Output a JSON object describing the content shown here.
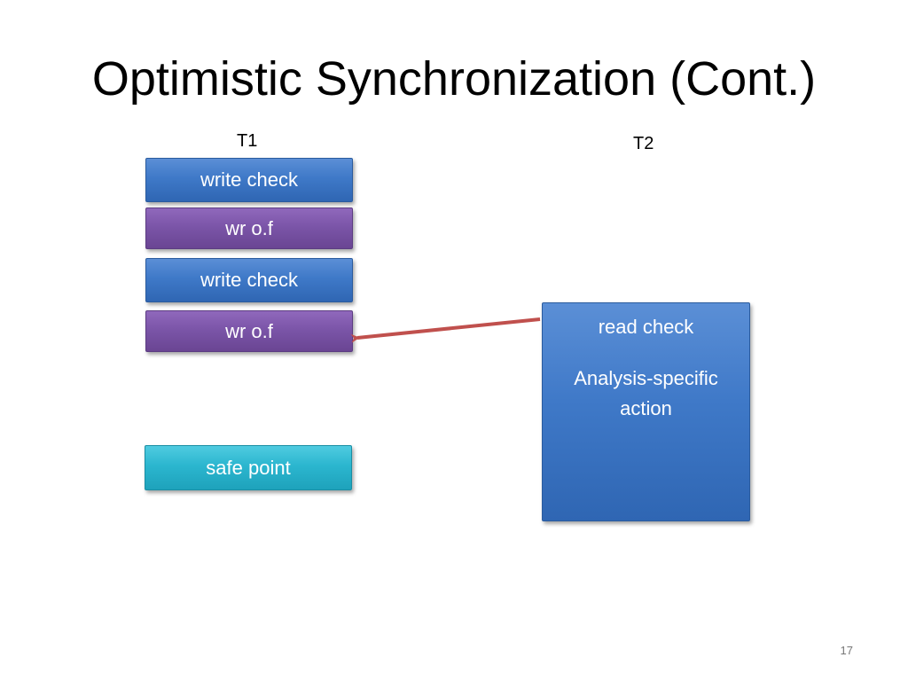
{
  "slide": {
    "title": "Optimistic Synchronization (Cont.)",
    "page_number": "17"
  },
  "threads": {
    "t1_label": "T1",
    "t2_label": "T2"
  },
  "t1_boxes": [
    {
      "label": "write check",
      "color": "blue"
    },
    {
      "label": "wr o.f",
      "color": "purple"
    },
    {
      "label": "write check",
      "color": "blue"
    },
    {
      "label": "wr o.f",
      "color": "purple"
    },
    {
      "label": "safe point",
      "color": "cyan"
    }
  ],
  "t2_box": {
    "line1": "read check",
    "line2": "Analysis-specific",
    "line3": "action",
    "color": "blue"
  },
  "colors": {
    "blue": "#3f79c8",
    "purple": "#7b55a8",
    "cyan": "#2bb6cf",
    "arrow": "#c0504d"
  }
}
